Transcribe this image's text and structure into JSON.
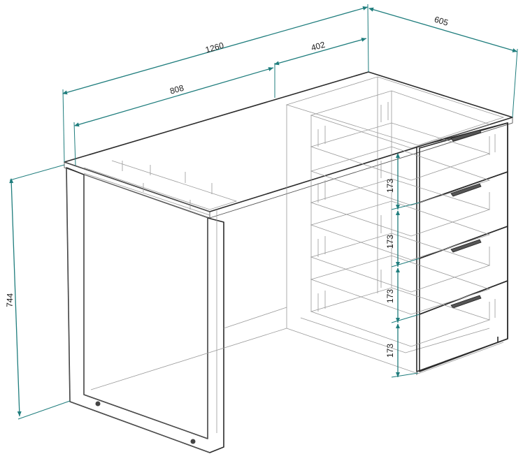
{
  "dimensions": {
    "total_width": "1260",
    "drawer_unit_width": "402",
    "depth": "605",
    "opening_width": "808",
    "height": "744",
    "drawer_1": "173",
    "drawer_2": "173",
    "drawer_3": "173",
    "drawer_4": "173"
  },
  "colors": {
    "dimension_line": "#1f7d7d",
    "outline": "#2b2b2b"
  }
}
